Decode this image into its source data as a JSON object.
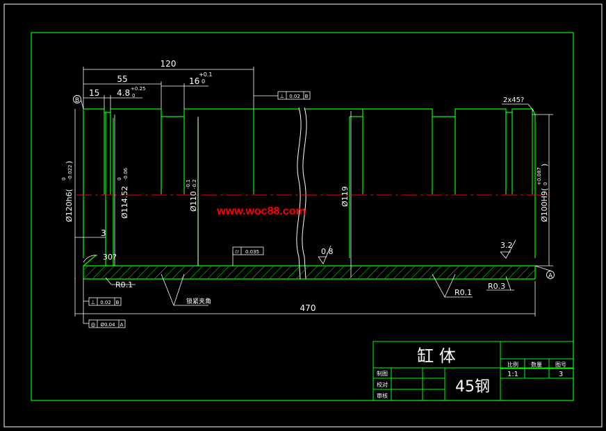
{
  "colors": {
    "background": "#000000",
    "frame": "#00ff00",
    "part_outline": "#00ff00",
    "dimension": "#ffffff",
    "centerline": "#ff0000",
    "watermark": "#ff0000"
  },
  "dimensions": {
    "len_120": "120",
    "len_55": "55",
    "len_16": "16",
    "len_16_tol_upper": "+0.1",
    "len_16_tol_lower": "0",
    "len_15": "15",
    "len_4_8": "4.8",
    "len_4_8_tol_upper": "+0.25",
    "len_4_8_tol_lower": "0",
    "len_470": "470",
    "len_3": "3",
    "chamfer": "2x45?",
    "angle_30": "30?",
    "dia_120": "Ø120h6(",
    "dia_120_tol_upper": "0",
    "dia_120_tol_lower": "-0.022",
    "dia_120_close": ")",
    "dia_114": "Ø114.52",
    "dia_114_tol_upper": "0",
    "dia_114_tol_lower": "-0.06",
    "dia_110": "Ø110",
    "dia_110_tol_upper": "-0.1",
    "dia_110_tol_lower": "-0.2",
    "dia_119": "Ø119",
    "dia_100": "Ø100H9(",
    "dia_100_tol_upper": "+0.087",
    "dia_100_tol_lower": "0",
    "dia_100_close": ")",
    "radius_left": "R0.1",
    "radius_mid": "R0.1",
    "radius_right": "R0.3",
    "roughness_08": "0.8",
    "roughness_32": "3.2",
    "leader_note": "锁紧夹角"
  },
  "datums": {
    "datum_b": "B",
    "datum_a": "A"
  },
  "tolerances": {
    "fcf_top": {
      "symbol": "⊥",
      "value": "0.02",
      "datum": "B"
    },
    "fcf_bottom_left": {
      "symbol": "⊥",
      "value": "0.02",
      "datum": "B"
    },
    "fcf_concentric": {
      "symbol": "◎",
      "value": "Ø0.04",
      "datum": "A"
    },
    "fcf_cyl": {
      "symbol": "⌭",
      "value": "0.035"
    }
  },
  "watermark": "www.woc88.com",
  "title_block": {
    "part_name": "缸  体",
    "material": "45钢",
    "scale_label": "比例",
    "qty_label": "数量",
    "drawing_no_label": "图号",
    "scale_value": "1:1",
    "drawing_no_value": "3",
    "row_drawn": "制图",
    "row_checked": "校对",
    "row_approved": "审核"
  }
}
